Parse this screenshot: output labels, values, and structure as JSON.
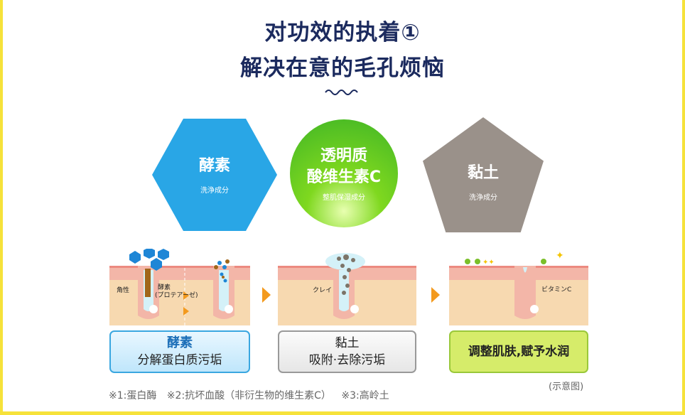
{
  "title": {
    "line1": "对功效的执着①",
    "line2": "解决在意的毛孔烦恼"
  },
  "ingredients": [
    {
      "name": "酵素",
      "sub": "洗浄成分"
    },
    {
      "name_line1": "透明质",
      "name_line2": "酸维生素C",
      "sub": "整肌保湿成分"
    },
    {
      "name": "黏土",
      "sub": "洗浄成分"
    }
  ],
  "diagram_labels": {
    "keratin": "角性",
    "enzyme": "酵素",
    "enzyme_sub": "(プロテアーゼ)",
    "clay": "クレイ",
    "vitc": "ビタミンC"
  },
  "results": [
    {
      "line1": "酵素",
      "line2": "分解蛋白质污垢"
    },
    {
      "line1": "黏土",
      "line2": "吸附·去除污垢"
    },
    {
      "line1": "调整肌肤,赋予水润"
    }
  ],
  "footnote": "※1:蛋白酶 ※2:抗坏血酸（非衍生物的维生素C） ※3:高岭土",
  "diagram_note": "(示意图)",
  "colors": {
    "title": "#1b2a5e",
    "enzyme": "#29a6e6",
    "hyaluronic": "#5cc526",
    "clay": "#9a918a",
    "arrow": "#f39a1e",
    "border": "#f6e23a"
  }
}
